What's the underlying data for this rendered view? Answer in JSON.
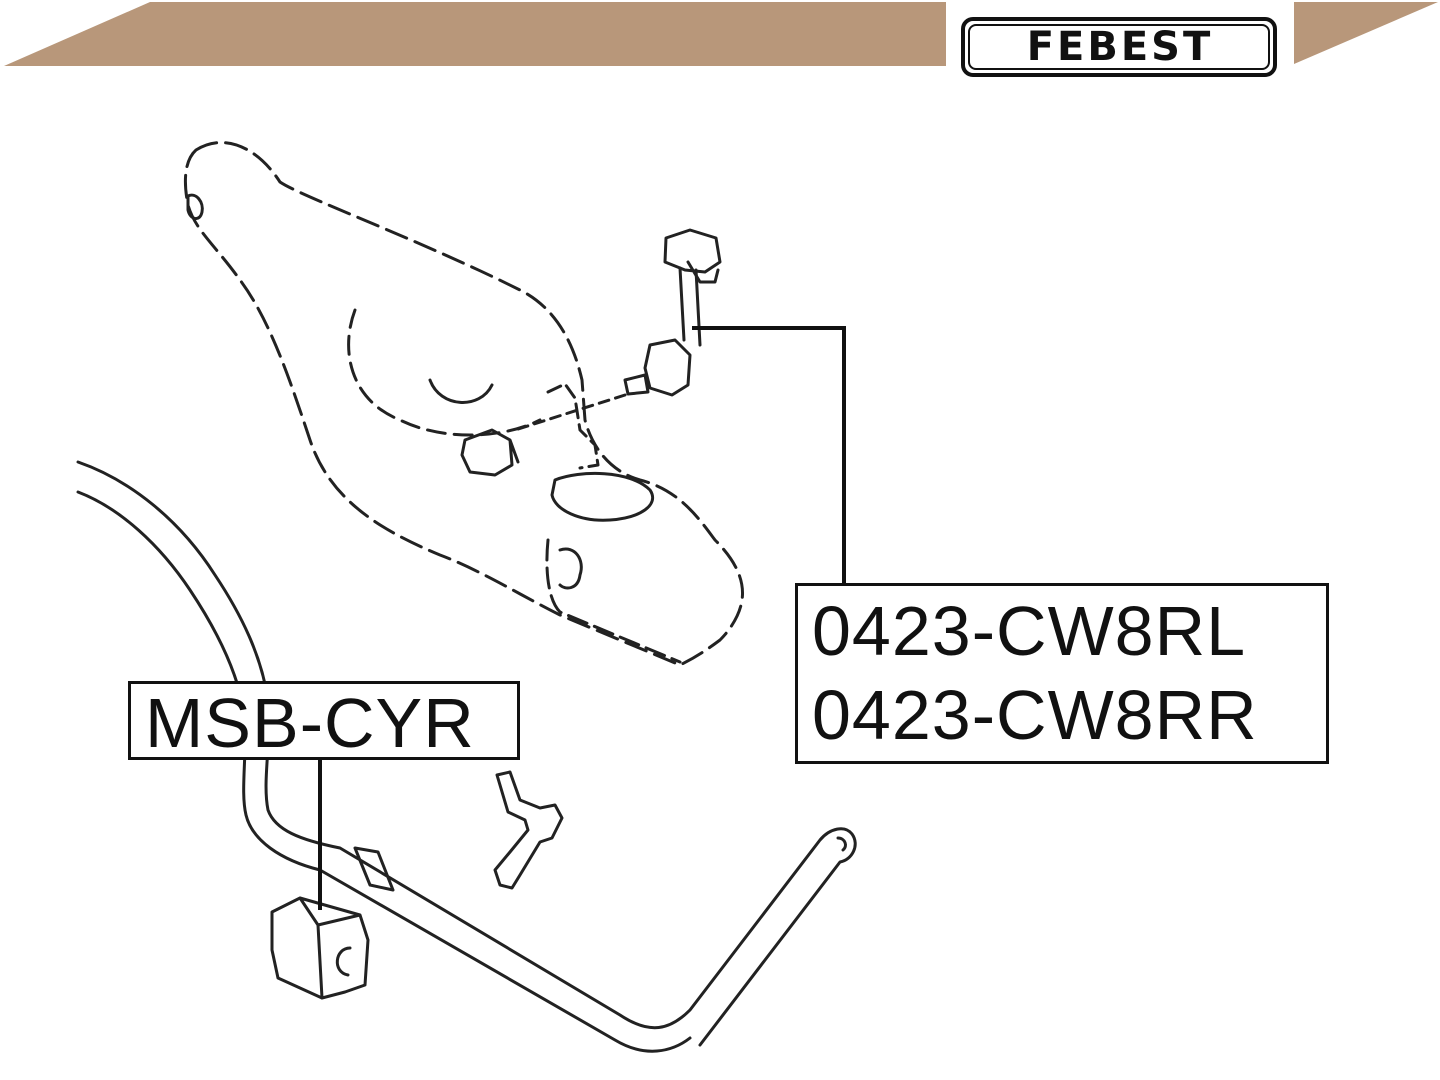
{
  "brand": {
    "logo_text": "FEBEST",
    "band_color": "#b8977a"
  },
  "parts": {
    "bushing_label": "MSB-CYR",
    "link_labels": [
      "0423-CW8RL",
      "0423-CW8RR"
    ]
  },
  "icons": {
    "logo": "febest-logo",
    "drawing": "suspension-diagram"
  }
}
